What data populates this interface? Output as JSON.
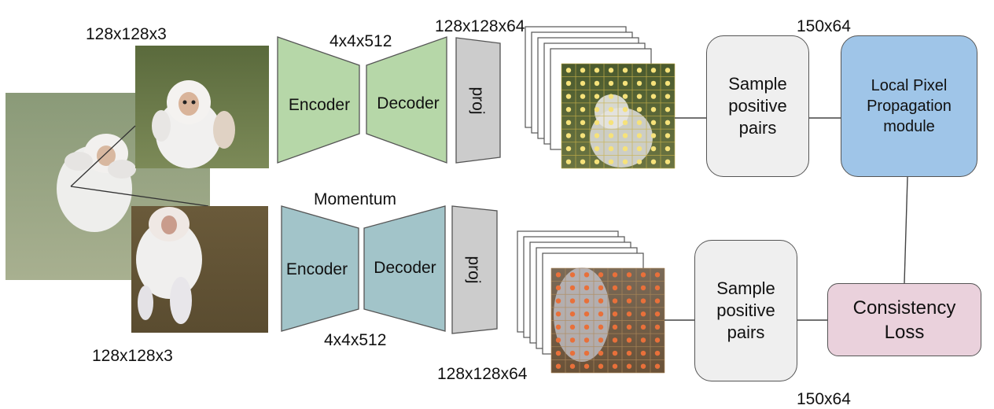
{
  "diagram": {
    "top_branch": {
      "input_label": "128x128x3",
      "bottleneck_label": "4x4x512",
      "feature_label": "128x128x64",
      "encoder": "Encoder",
      "decoder": "Decoder",
      "proj": "proj",
      "encoder_color": "#b6d7a8",
      "sample_box": [
        "Sample",
        "positive",
        "pairs"
      ],
      "pairs_label": "150x64",
      "lpp_box": [
        "Local Pixel",
        "Propagation",
        "module"
      ]
    },
    "bottom_branch": {
      "momentum_label": "Momentum",
      "input_label": "128x128x3",
      "bottleneck_label": "4x4x512",
      "feature_label": "128x128x64",
      "encoder": "Encoder",
      "decoder": "Decoder",
      "proj": "proj",
      "encoder_color": "#a2c4c9",
      "sample_box": [
        "Sample",
        "positive",
        "pairs"
      ],
      "pairs_label": "150x64",
      "loss_box": [
        "Consistency",
        "Loss"
      ]
    },
    "colors": {
      "proj_fill": "#cccccc",
      "lpp_fill": "#9fc5e8",
      "loss_fill": "#ead1dc",
      "sample_fill": "#efefef",
      "top_dot": "#f6e27a",
      "bottom_dot": "#e8703a"
    }
  }
}
